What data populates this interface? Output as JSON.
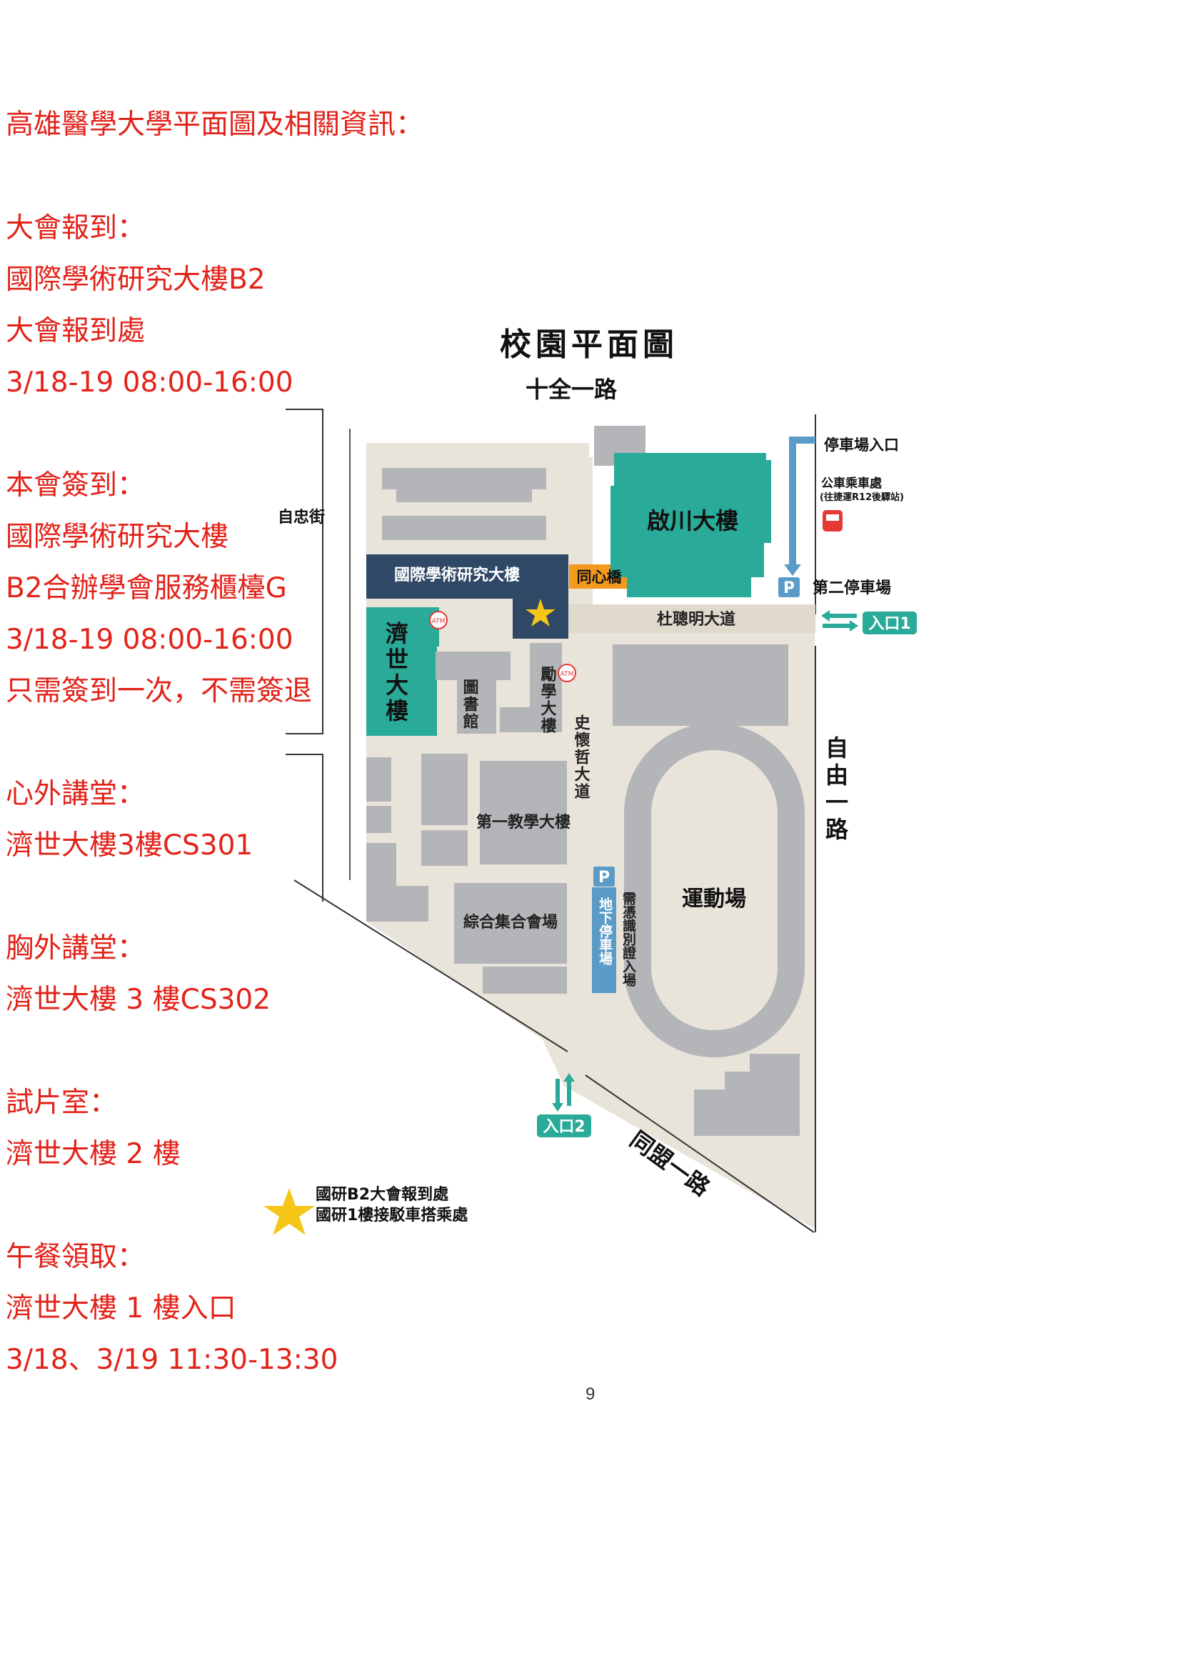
{
  "header": {
    "title": "高雄醫學大學平面圖及相關資訊："
  },
  "sections": [
    {
      "heading": "大會報到：",
      "lines": [
        "國際學術研究大樓B2",
        "大會報到處",
        "3/18-19 08:00-16:00"
      ]
    },
    {
      "heading": "本會簽到：",
      "lines": [
        "國際學術研究大樓",
        "B2合辦學會服務櫃檯G",
        "3/18-19 08:00-16:00",
        "只需簽到一次，不需簽退"
      ]
    },
    {
      "heading": "心外講堂：",
      "lines": [
        "濟世大樓3樓CS301"
      ]
    },
    {
      "heading": "胸外講堂：",
      "lines": [
        "濟世大樓 3 樓CS302"
      ]
    },
    {
      "heading": "試片室：",
      "lines": [
        "濟世大樓 2 樓"
      ]
    },
    {
      "heading": "午餐領取：",
      "lines": [
        "濟世大樓 1 樓入口",
        "3/18、3/19 11:30-13:30"
      ]
    }
  ],
  "map": {
    "title": "校園平面圖",
    "roads": {
      "north": "十全一路",
      "west": "自忠街",
      "east": "自由一路",
      "south": "同盟一路",
      "main_avenue": "杜聰明大道",
      "side_avenue": "史懷哲大道"
    },
    "buildings": {
      "international": "國際學術研究大樓",
      "qichuan": "啟川大樓",
      "jishi": "濟世大樓",
      "library": "圖書館",
      "qinxue": "勵學大樓",
      "teaching1": "第一教學大樓",
      "assembly": "綜合集合會場",
      "stadium": "運動場",
      "bridge": "同心橋"
    },
    "parking": {
      "entrance": "停車場入口",
      "bus_stop": "公車乘車處",
      "bus_stop_note": "(往捷運R12後驛站)",
      "second_lot": "第二停車場",
      "underground": "地下停車場",
      "underground_note": "需憑識別證入場",
      "p_symbol": "P"
    },
    "entrances": {
      "entrance1": "入口1",
      "entrance2": "入口2"
    },
    "atm": "ATM",
    "legend": {
      "line1": "國研B2大會報到處",
      "line2": "國研1樓接駁車搭乘處"
    },
    "colors": {
      "teal": "#2aaa98",
      "navy": "#2f4866",
      "orange": "#f39a1e",
      "gray_building": "#b3b5b8",
      "ground": "#e9e4da",
      "road_blue": "#5b9bc7",
      "star": "#f5c518"
    }
  },
  "page_number": "9"
}
